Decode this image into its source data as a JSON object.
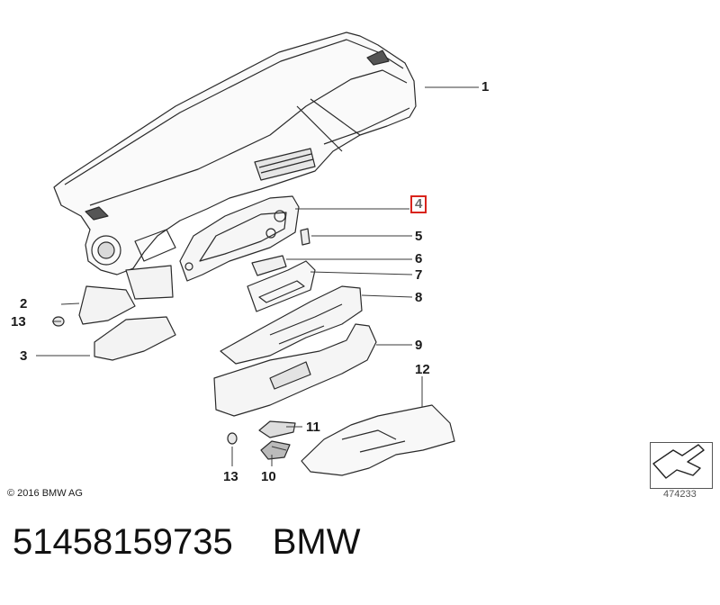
{
  "diagram": {
    "callouts": [
      "1",
      "2",
      "3",
      "4",
      "5",
      "6",
      "7",
      "8",
      "9",
      "10",
      "11",
      "12",
      "13",
      "13"
    ],
    "highlighted_callout": "4",
    "highlight_color": "#d9241c",
    "copyright": "© 2016 BMW AG",
    "reference_number": "474233"
  },
  "caption": {
    "part_number": "51458159735",
    "brand": "BMW"
  }
}
